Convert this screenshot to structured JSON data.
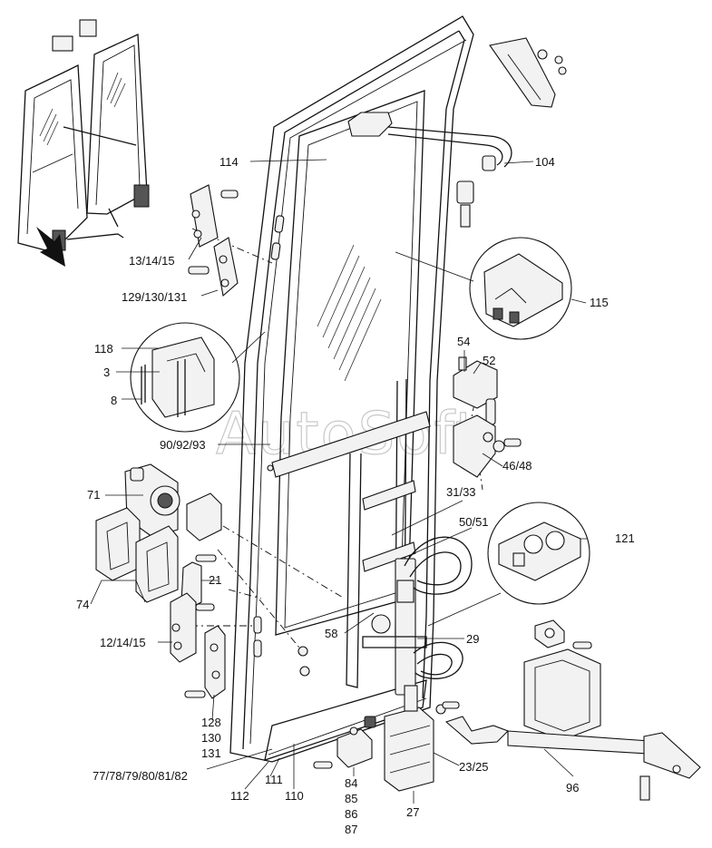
{
  "watermark": "AutoSoft",
  "callouts": {
    "c114": "114",
    "c104": "104",
    "c13_14_15": "13/14/15",
    "c129_130_131": "129/130/131",
    "c115": "115",
    "c118": "118",
    "c3": "3",
    "c8": "8",
    "c54": "54",
    "c52": "52",
    "c90_92_93": "90/92/93",
    "c46_48": "46/48",
    "c71": "71",
    "c31_33": "31/33",
    "c50_51": "50/51",
    "c121": "121",
    "c21": "21",
    "c74": "74",
    "c58": "58",
    "c29": "29",
    "c12_14_15": "12/14/15",
    "c128": "128",
    "c130": "130",
    "c131": "131",
    "c77_82": "77/78/79/80/81/82",
    "c111": "111",
    "c112": "112",
    "c110": "110",
    "c84": "84",
    "c85": "85",
    "c86": "86",
    "c87": "87",
    "c27": "27",
    "c23_25": "23/25",
    "c96": "96"
  }
}
